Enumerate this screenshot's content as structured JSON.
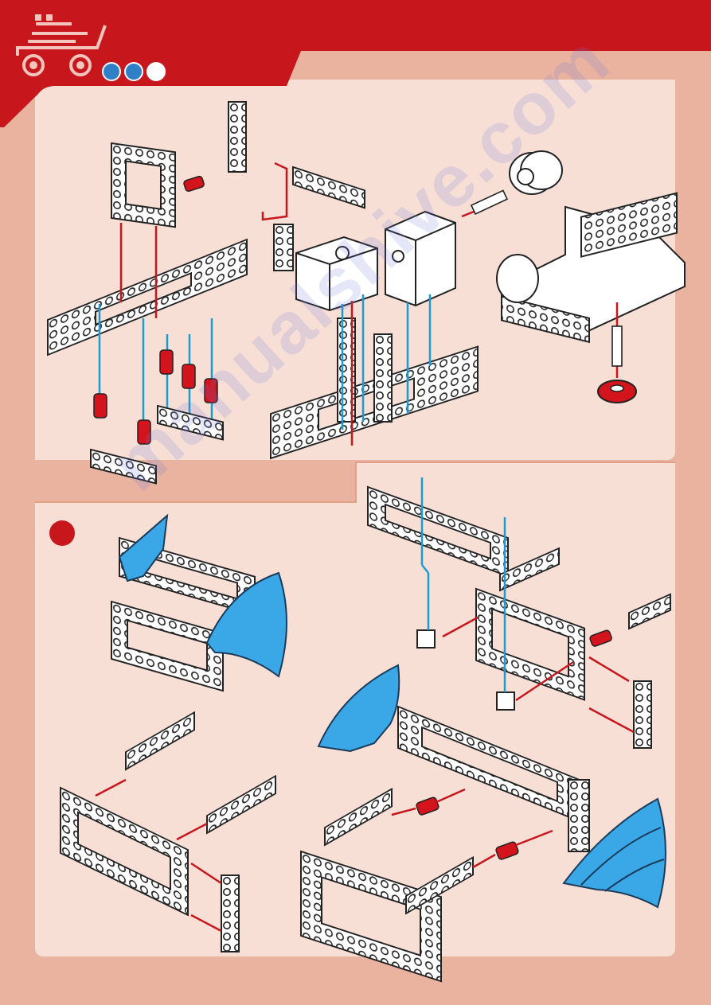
{
  "header": {
    "brand_color": "#c8161d",
    "logo_icon": "robot-rover-logo-icon",
    "progress_dots": [
      "blue",
      "blue",
      "white"
    ]
  },
  "step": {
    "label": ""
  },
  "colors": {
    "page_background": "#e9b3a0",
    "panel_background": "#f7dfd6",
    "guide_red": "#c8161d",
    "guide_blue": "#1a9ad6",
    "part_blue": "#3aa7e6",
    "part_white": "#ffffff",
    "part_red": "#d4141c"
  },
  "diagrams": {
    "top": "assembly-diagram-frames-and-motors",
    "bottom_left": "assembly-diagram-chassis-with-fenders",
    "bottom_right": "assembly-diagram-fender-frame-build"
  },
  "watermark": {
    "text": "manualshive.com"
  }
}
